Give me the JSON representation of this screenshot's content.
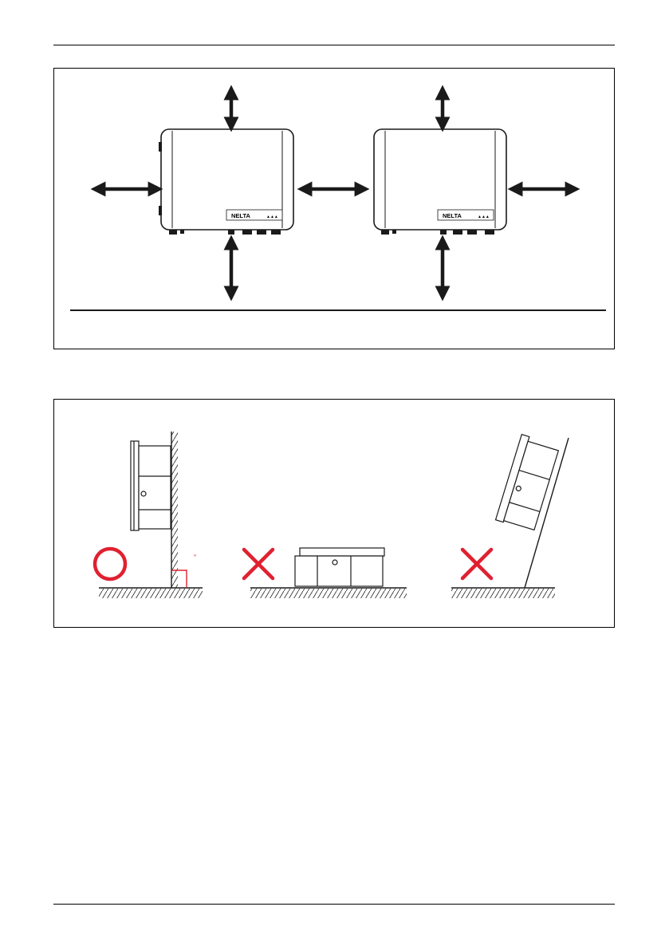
{
  "page": {
    "header_rule": "",
    "footer_rule": ""
  },
  "figure1": {
    "inverter_brand": "NELTA",
    "inverter_marks": "▲▲▲",
    "colors": {
      "arrow": "#1a1a1a",
      "outline": "#1a1a1a"
    }
  },
  "figure2": {
    "correct_symbol": "circle",
    "incorrect_symbol": "cross",
    "right_angle_mark": "°",
    "colors": {
      "ok": "#e02030",
      "bad": "#e02030",
      "outline": "#1a1a1a"
    }
  }
}
